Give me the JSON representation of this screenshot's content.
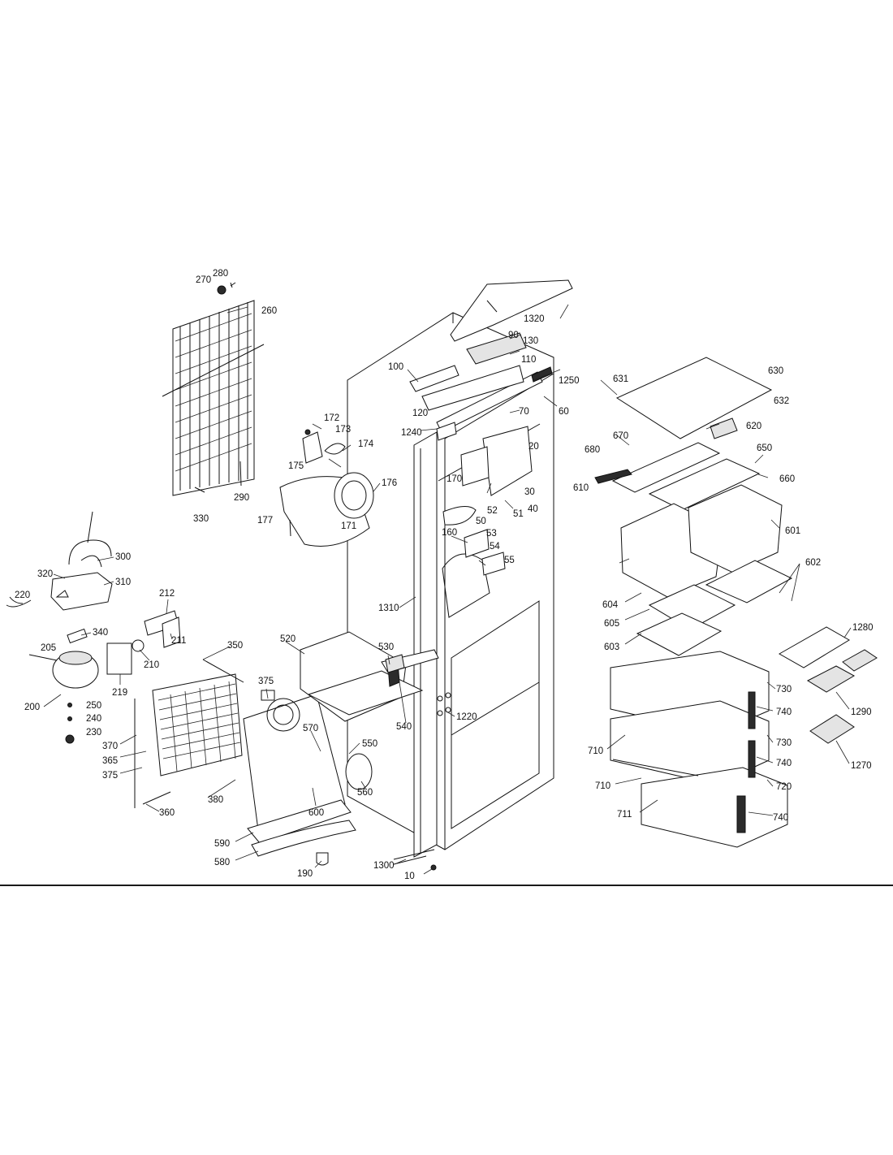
{
  "labels": [
    "270",
    "280",
    "260",
    "1320",
    "90",
    "130",
    "110",
    "100",
    "1250",
    "60",
    "120",
    "70",
    "1240",
    "172",
    "173",
    "174",
    "175",
    "176",
    "177",
    "171",
    "290",
    "330",
    "20",
    "170",
    "30",
    "52",
    "51",
    "40",
    "50",
    "160",
    "53",
    "54",
    "55",
    "631",
    "630",
    "632",
    "620",
    "670",
    "680",
    "650",
    "610",
    "660",
    "601",
    "602",
    "604",
    "605",
    "603",
    "1280",
    "1290",
    "1270",
    "730",
    "740",
    "710",
    "720",
    "711",
    "300",
    "320",
    "220",
    "310",
    "212",
    "211",
    "340",
    "205",
    "210",
    "219",
    "200",
    "250",
    "240",
    "230",
    "350",
    "375",
    "370",
    "365",
    "360",
    "380",
    "520",
    "530",
    "540",
    "1220",
    "1310",
    "570",
    "550",
    "560",
    "600",
    "590",
    "580",
    "190",
    "1300",
    "10"
  ]
}
